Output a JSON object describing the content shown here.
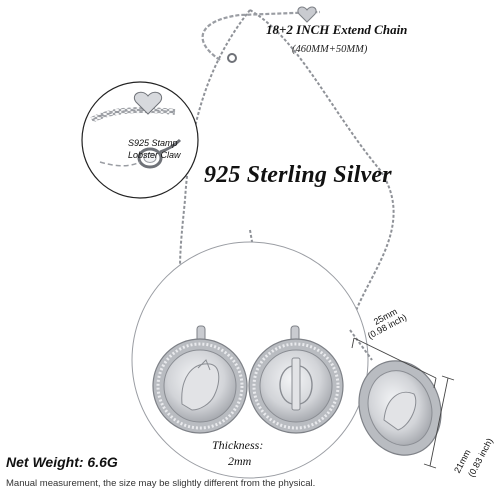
{
  "product": {
    "chain_length": "18+2 INCH Extend Chain",
    "chain_length_mm": "(460MM+50MM)",
    "stamp_line1": "S925 Stamp",
    "stamp_line2": "Lobster Claw",
    "material": "925 Sterling Silver",
    "thickness_label": "Thickness:",
    "thickness_value": "2mm",
    "net_weight": "Net Weight: 6.6G",
    "disclaimer": "Manual measurement, the size may be slightly different from the physical."
  },
  "dimensions": {
    "width_mm": "25mm",
    "width_inch": "(0.98 inch)",
    "height_mm": "21mm",
    "height_inch": "(0.83 inch)"
  },
  "colors": {
    "silver": "#c9cbd0",
    "silver_dark": "#8a8d93",
    "text": "#111111"
  },
  "icons": {
    "pendant_front": "mercury-dime-front-icon",
    "pendant_back": "mercury-dime-back-icon",
    "pendant_side": "pendant-angled-view-icon",
    "clasp": "lobster-claw-clasp-icon",
    "tag": "heart-tag-icon"
  }
}
